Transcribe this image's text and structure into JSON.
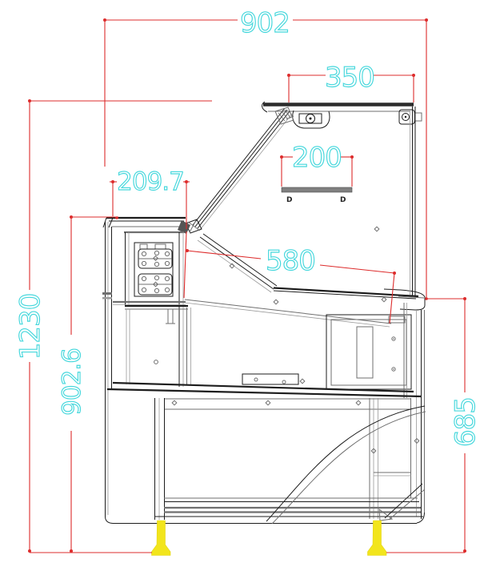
{
  "drawing": {
    "title": "Refrigerated serve-over display counter — side cross-section with dimensions",
    "dimensions": {
      "overall_width": {
        "label": "902",
        "orientation": "horizontal",
        "location": "top"
      },
      "canopy_depth": {
        "label": "350",
        "orientation": "horizontal",
        "location": "top-right canopy"
      },
      "lamp_width": {
        "label": "200",
        "orientation": "horizontal",
        "location": "canopy light fixture"
      },
      "front_top_depth": {
        "label": "209.7",
        "orientation": "horizontal",
        "location": "front top ledge"
      },
      "deck_length": {
        "label": "580",
        "orientation": "aligned",
        "location": "display deck"
      },
      "overall_height": {
        "label": "1230",
        "orientation": "vertical",
        "location": "far left"
      },
      "front_height": {
        "label": "902.6",
        "orientation": "vertical",
        "location": "left"
      },
      "rear_height": {
        "label": "685",
        "orientation": "vertical",
        "location": "right"
      }
    },
    "colors": {
      "dimension_line": "#dd2c2c",
      "dimension_text": "#45d7dc",
      "feet": "#f2e51c",
      "outline": "#1d1d1d",
      "background": "#ffffff"
    }
  }
}
